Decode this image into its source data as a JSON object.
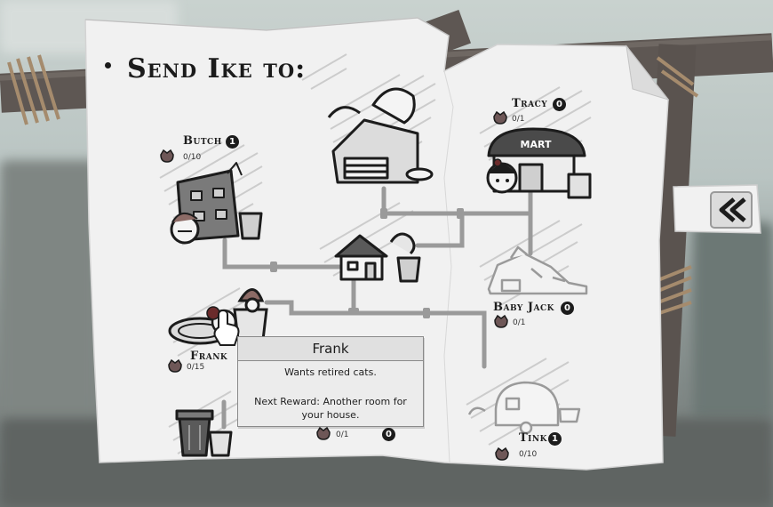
{
  "title": "Send Ike to:",
  "locations": [
    {
      "id": "butch",
      "name": "Butch",
      "badge": "1",
      "count": "0/10"
    },
    {
      "id": "tracy",
      "name": "Tracy",
      "badge": "0",
      "count": "0/1"
    },
    {
      "id": "baby_jack",
      "name": "Baby Jack",
      "badge": "0",
      "count": "0/1"
    },
    {
      "id": "frank",
      "name": "Frank",
      "badge": "",
      "count": "0/15"
    },
    {
      "id": "tink",
      "name": "Tink",
      "badge": "1",
      "count": "0/10"
    },
    {
      "id": "bottom",
      "name": "",
      "badge": "0",
      "count": "0/1"
    }
  ],
  "store_sign": "MART",
  "tooltip": {
    "name": "Frank",
    "description": "Wants retired cats.",
    "reward": "Next Reward: Another room for your house."
  },
  "back_icon": "double-chevron-left-icon",
  "colors": {
    "paper": "#f1f1f1",
    "ink": "#1c1c1c",
    "wood": "#5e5753",
    "rope": "#a58b6d",
    "path": "#9a9a9a"
  }
}
